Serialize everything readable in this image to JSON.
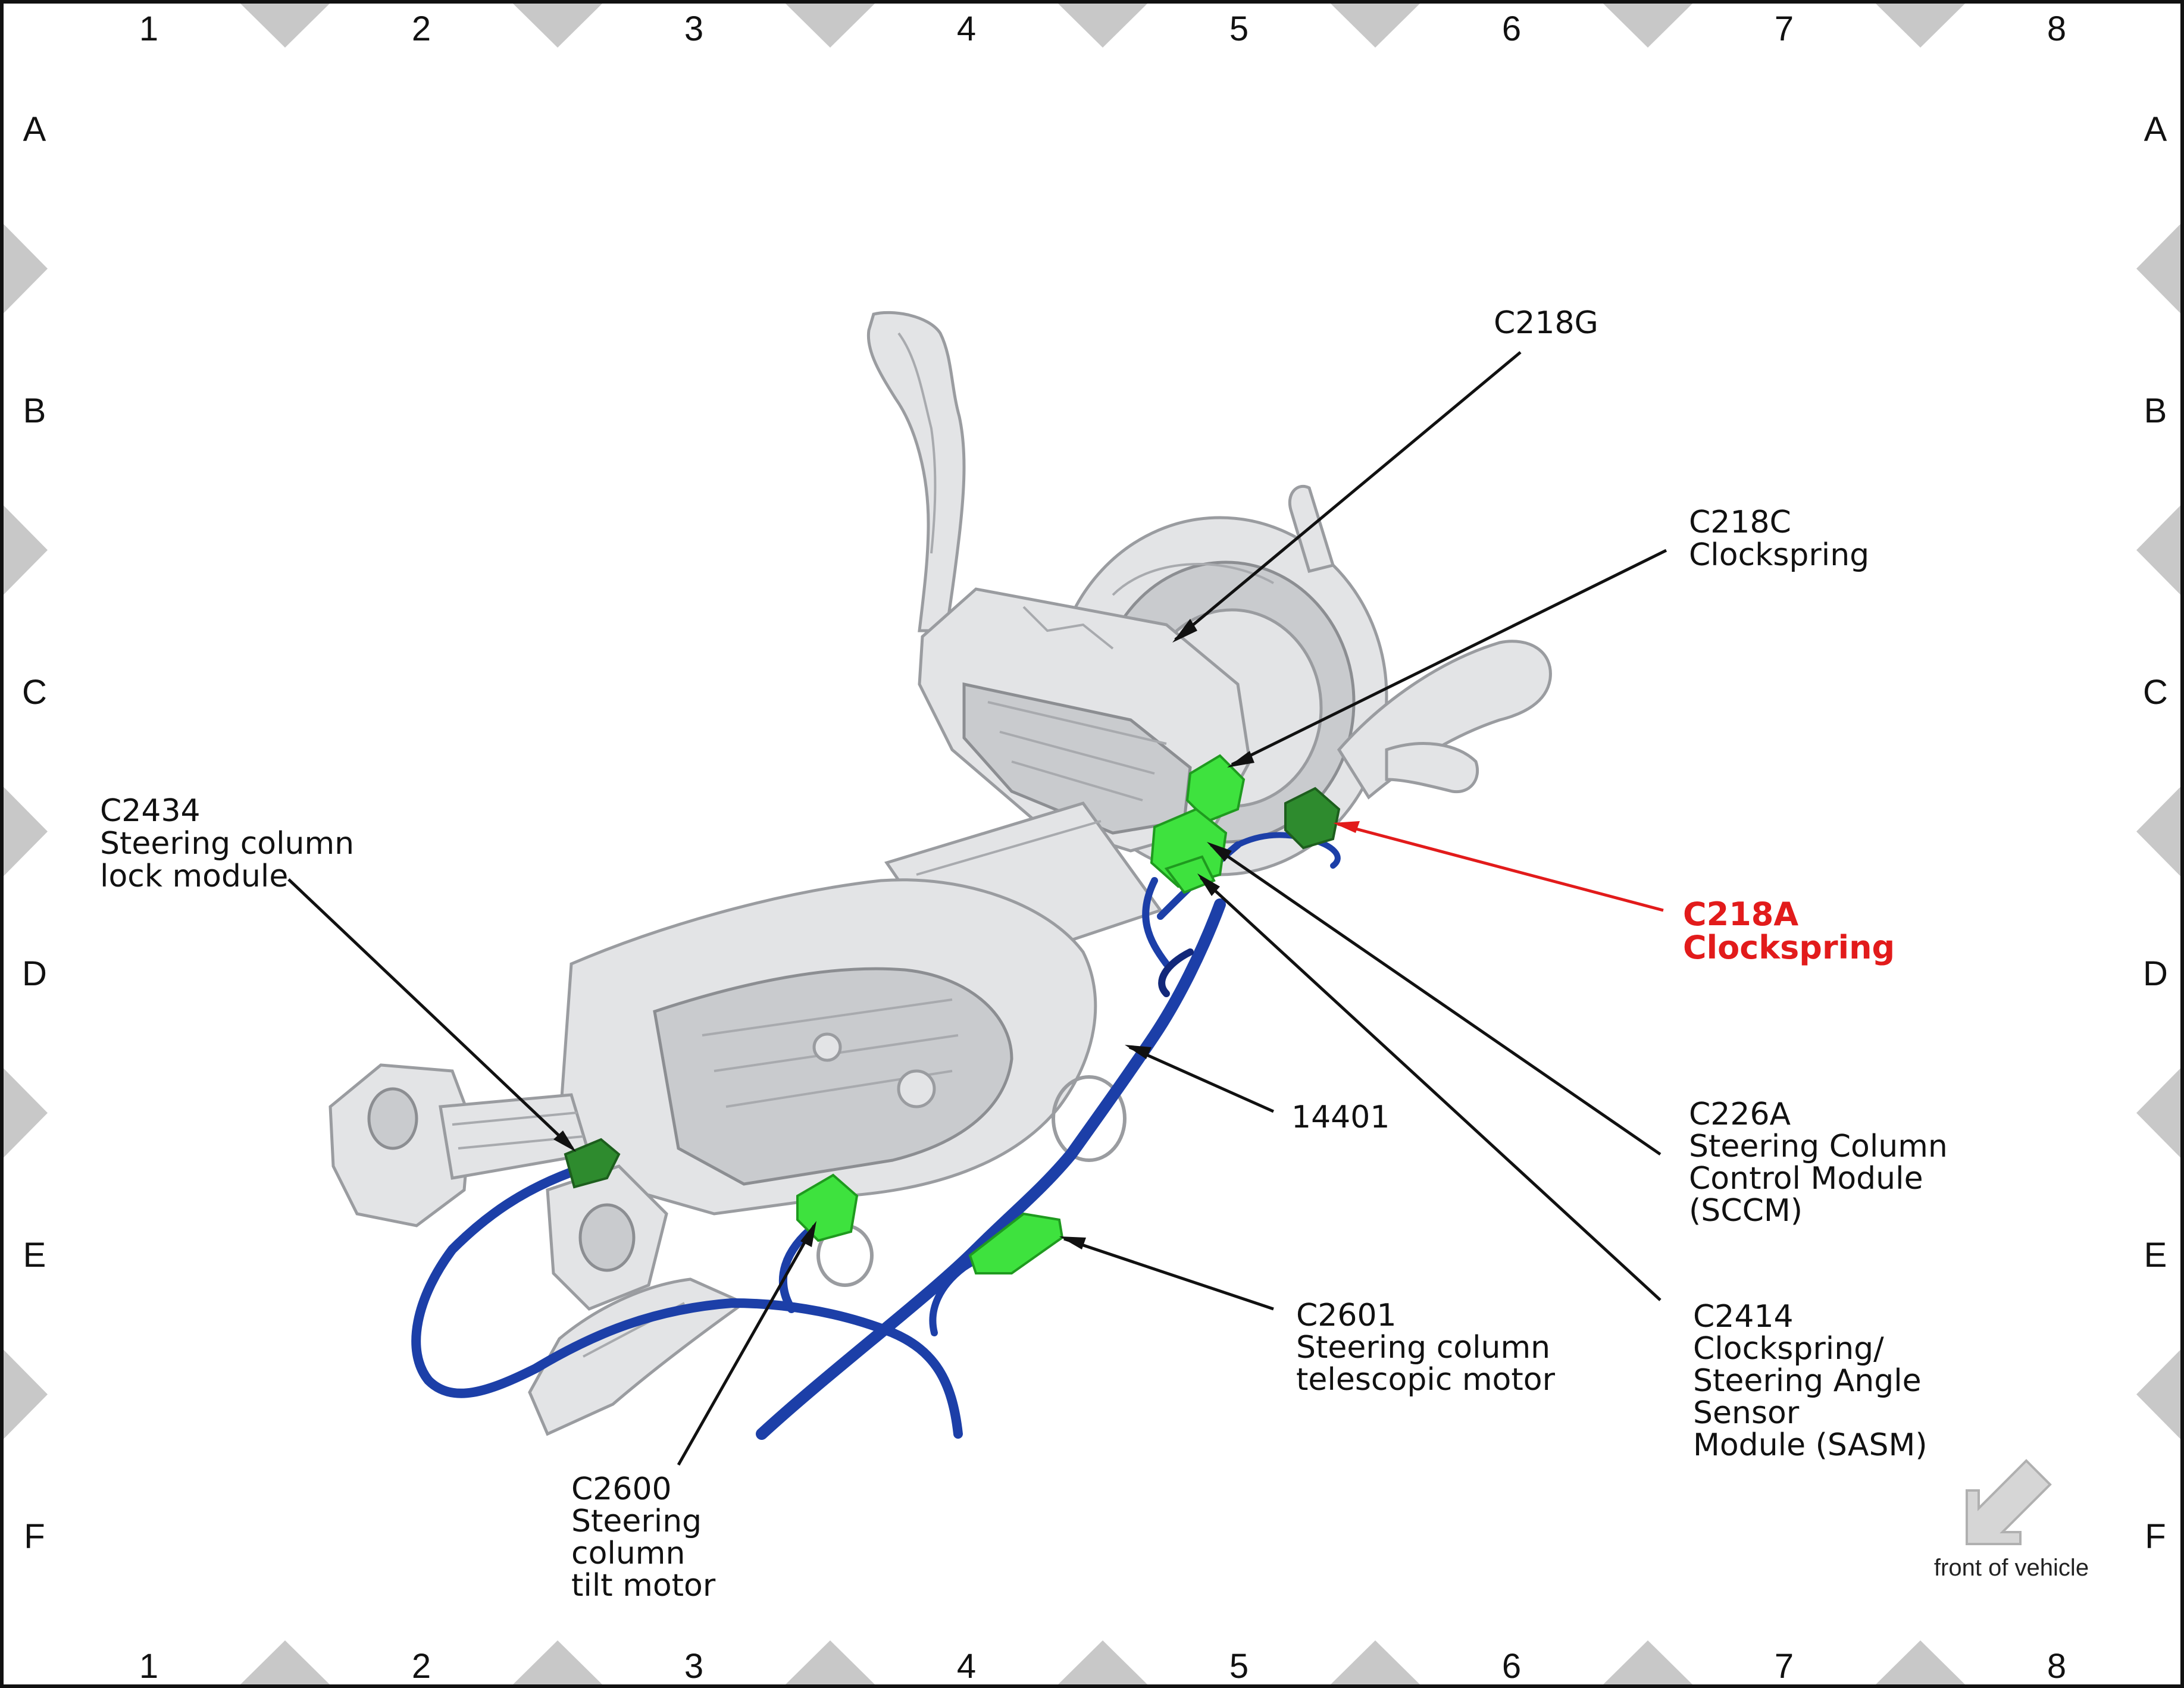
{
  "grid": {
    "columns": [
      "1",
      "2",
      "3",
      "4",
      "5",
      "6",
      "7",
      "8"
    ],
    "rows": [
      "A",
      "B",
      "C",
      "D",
      "E",
      "F"
    ]
  },
  "callouts": {
    "c218g": {
      "lines": [
        "C218G"
      ]
    },
    "c218c": {
      "lines": [
        "C218C",
        "Clockspring"
      ]
    },
    "c218a": {
      "lines": [
        "C218A",
        "Clockspring"
      ],
      "highlighted": true
    },
    "c226a": {
      "lines": [
        "C226A",
        "Steering Column",
        "Control Module",
        "(SCCM)"
      ]
    },
    "c2414": {
      "lines": [
        "C2414",
        "Clockspring/",
        "Steering Angle",
        "Sensor",
        "Module (SASM)"
      ]
    },
    "c2434": {
      "lines": [
        "C2434",
        "Steering column",
        "lock module"
      ]
    },
    "h14401": {
      "lines": [
        "14401"
      ]
    },
    "c2601": {
      "lines": [
        "C2601",
        "Steering column",
        "telescopic motor"
      ]
    },
    "c2600": {
      "lines": [
        "C2600",
        "Steering",
        "column",
        "tilt motor"
      ]
    }
  },
  "orientation": {
    "label": "front of vehicle",
    "icon": "arrow-down-left-icon"
  },
  "colors": {
    "highlight": "#e21b1b",
    "connector": "#3ee23e",
    "connector_highlight": "#2e8b2e",
    "harness": "#1c3fa8",
    "column": "#e3e4e6",
    "border_marker": "#c8c8c8"
  }
}
